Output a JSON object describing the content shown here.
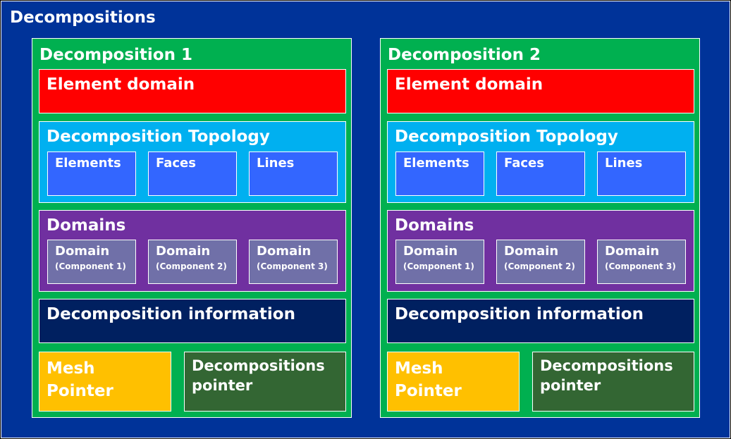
{
  "title": "Decompositions",
  "colors": {
    "outer": "#003399",
    "decomposition": "#00b050",
    "element_domain": "#ff0000",
    "topology": "#00b0f0",
    "topology_item": "#3366ff",
    "domains": "#7030a0",
    "domain_item": "#7070a8",
    "information": "#002060",
    "mesh_pointer": "#ffc000",
    "decompositions_pointer": "#336633"
  },
  "decompositions": [
    {
      "title": "Decomposition 1",
      "element_domain": "Element domain",
      "topology": {
        "label": "Decomposition Topology",
        "items": [
          "Elements",
          "Faces",
          "Lines"
        ]
      },
      "domains": {
        "label": "Domains",
        "items": [
          {
            "name": "Domain",
            "component": "(Component 1)"
          },
          {
            "name": "Domain",
            "component": "(Component 2)"
          },
          {
            "name": "Domain",
            "component": "(Component 3)"
          }
        ]
      },
      "information": "Decomposition information",
      "mesh_pointer": [
        "Mesh",
        "Pointer"
      ],
      "decompositions_pointer": [
        "Decompositions",
        "pointer"
      ]
    },
    {
      "title": "Decomposition 2",
      "element_domain": "Element domain",
      "topology": {
        "label": "Decomposition Topology",
        "items": [
          "Elements",
          "Faces",
          "Lines"
        ]
      },
      "domains": {
        "label": "Domains",
        "items": [
          {
            "name": "Domain",
            "component": "(Component 1)"
          },
          {
            "name": "Domain",
            "component": "(Component 2)"
          },
          {
            "name": "Domain",
            "component": "(Component 3)"
          }
        ]
      },
      "information": "Decomposition information",
      "mesh_pointer": [
        "Mesh",
        "Pointer"
      ],
      "decompositions_pointer": [
        "Decompositions",
        "pointer"
      ]
    }
  ]
}
